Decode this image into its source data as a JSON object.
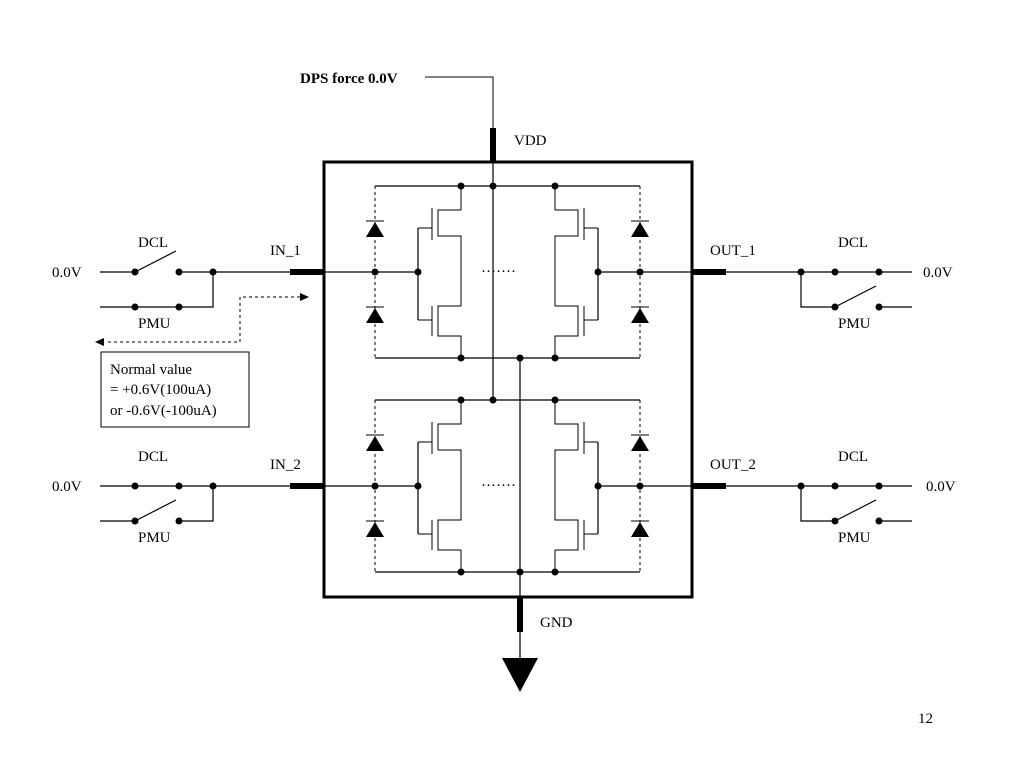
{
  "dps": {
    "label": "DPS force  0.0V"
  },
  "pins": {
    "vdd": "VDD",
    "gnd": "GND",
    "in1": "IN_1",
    "in2": "IN_2",
    "out1": "OUT_1",
    "out2": "OUT_2"
  },
  "channels": {
    "in1": {
      "voltage": "0.0V",
      "dcl": "DCL",
      "pmu": "PMU"
    },
    "in2": {
      "voltage": "0.0V",
      "dcl": "DCL",
      "pmu": "PMU"
    },
    "out1": {
      "voltage": "0.0V",
      "dcl": "DCL",
      "pmu": "PMU"
    },
    "out2": {
      "voltage": "0.0V",
      "dcl": "DCL",
      "pmu": "PMU"
    }
  },
  "note": {
    "line1": "Normal value",
    "line2": "=  +0.6V(100uA)",
    "line3": "or  -0.6V(-100uA)"
  },
  "ellipsis": "·······",
  "page_number": "12"
}
